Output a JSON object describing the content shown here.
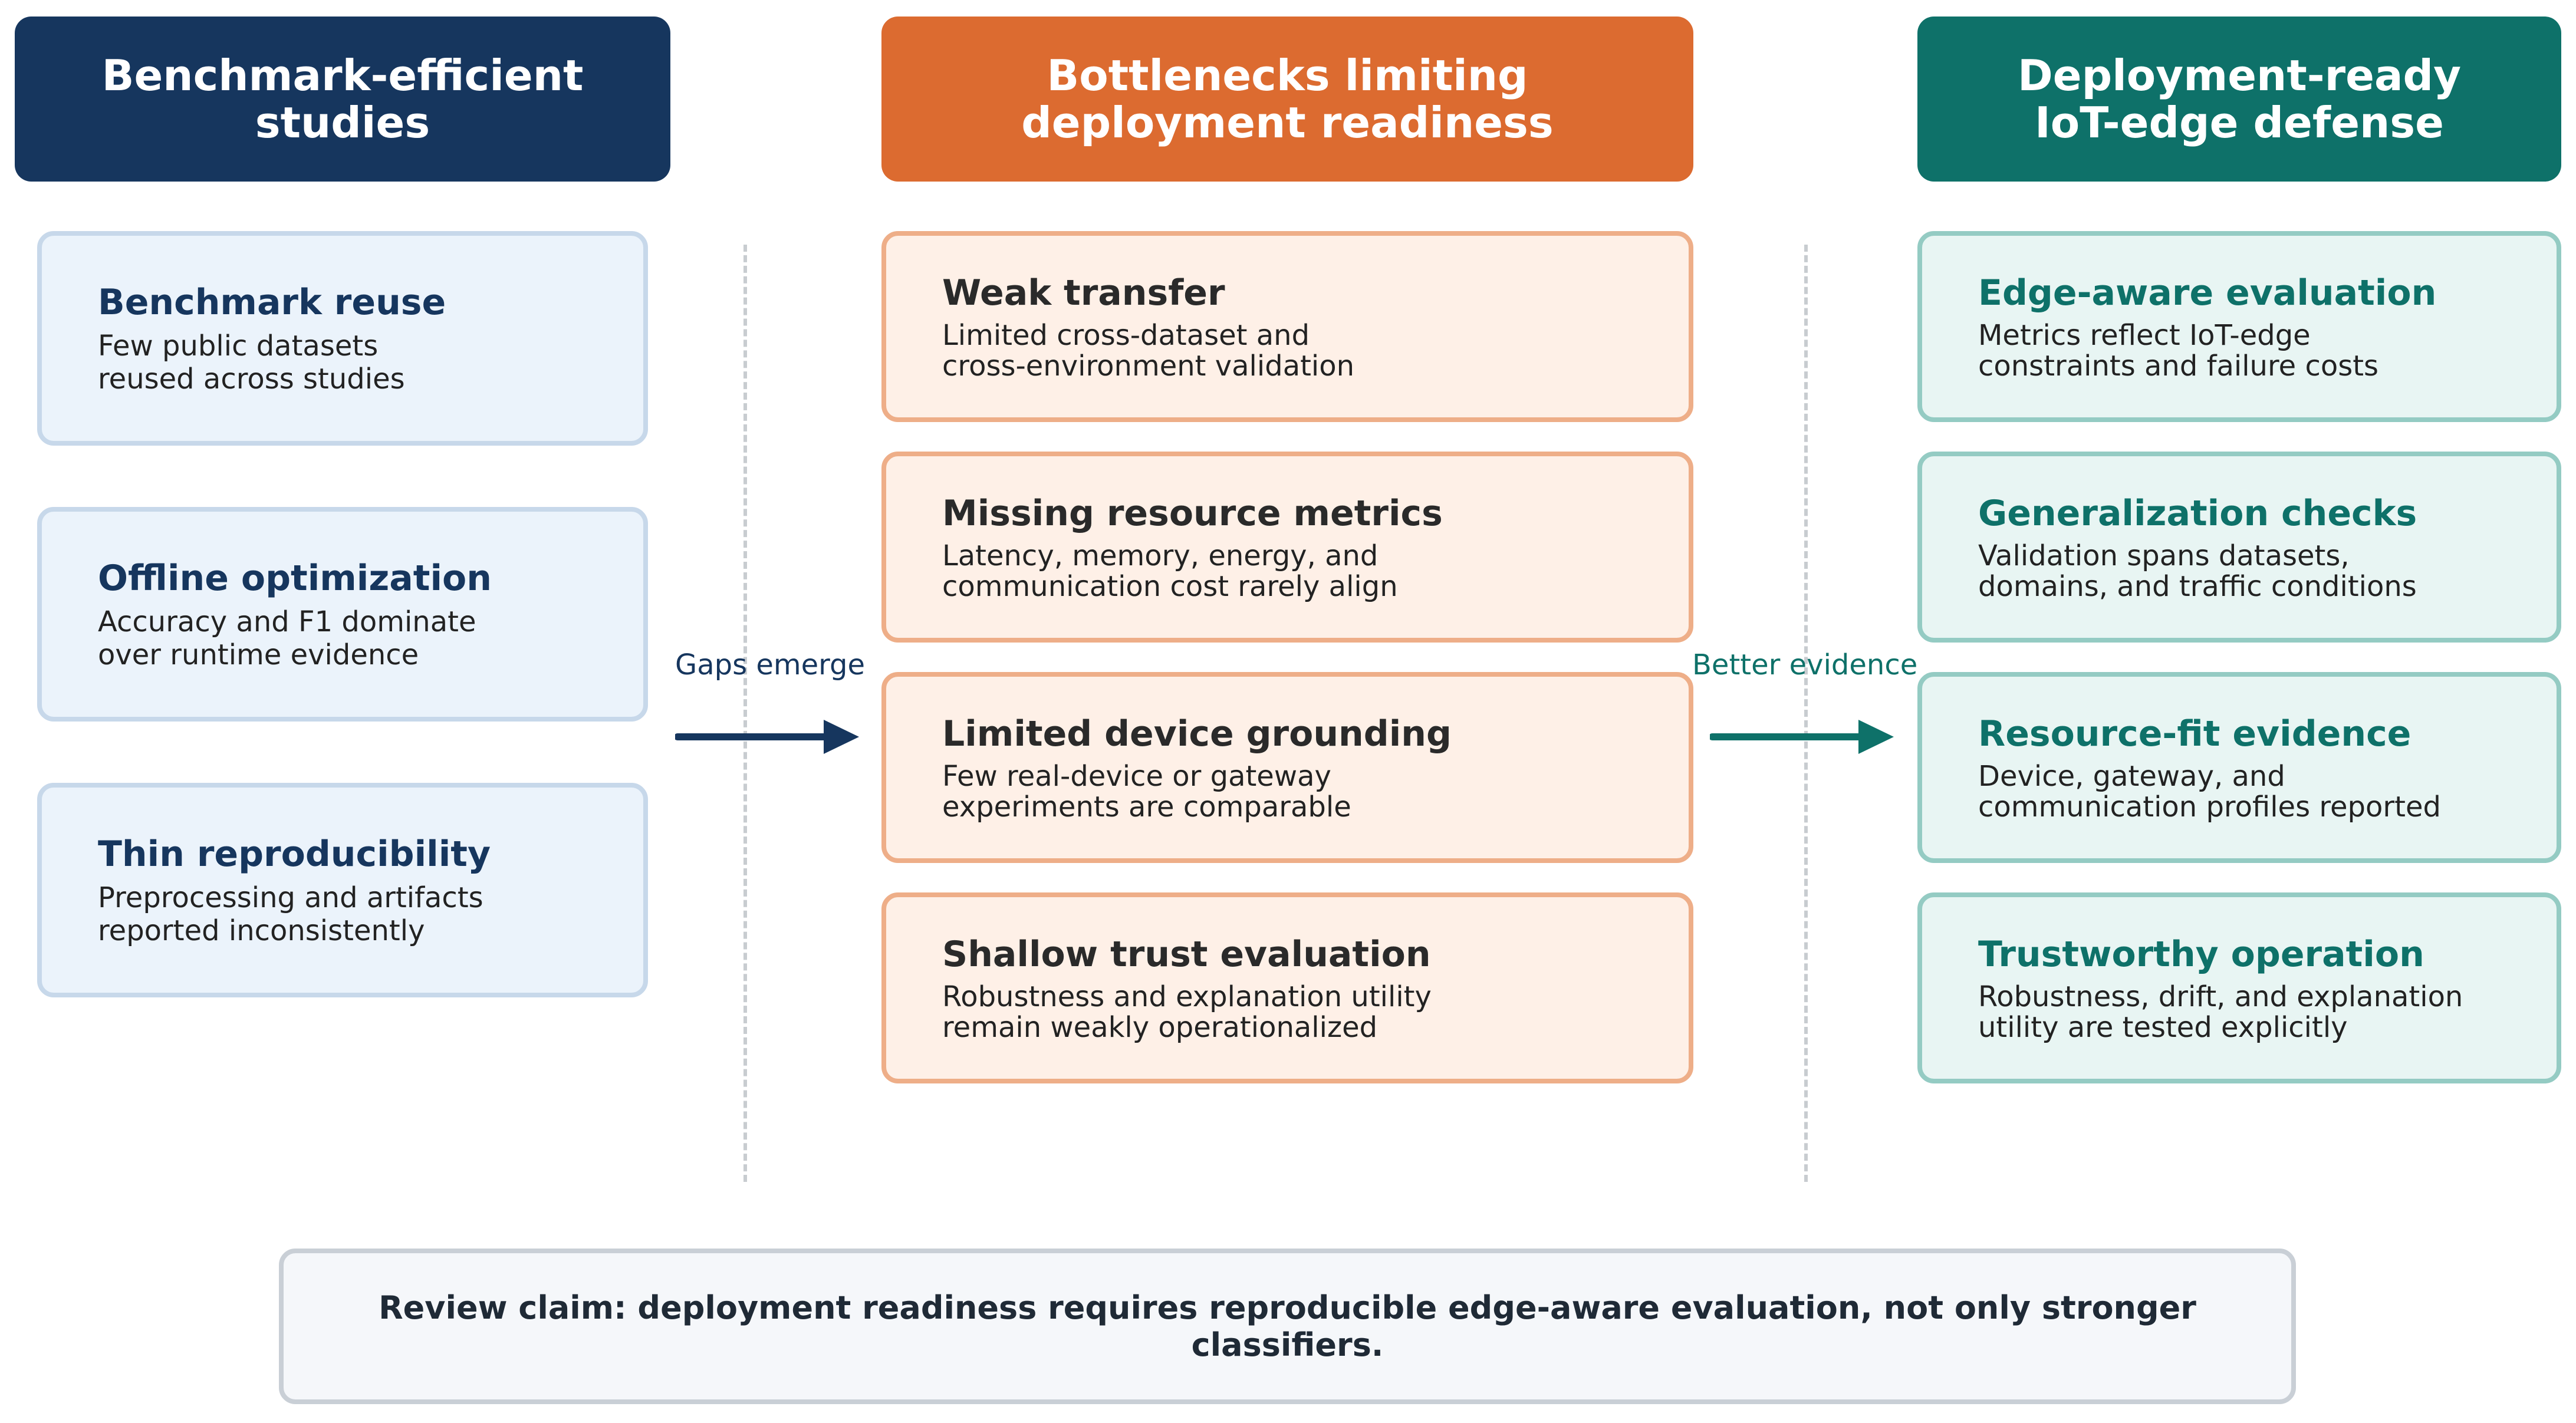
{
  "columns": [
    {
      "header": "Benchmark-efficient\nstudies",
      "color": "#16365e",
      "cards": [
        {
          "title": "Benchmark reuse",
          "desc": "Few public datasets\nreused across studies"
        },
        {
          "title": "Offline optimization",
          "desc": "Accuracy and F1 dominate\nover runtime evidence"
        },
        {
          "title": "Thin reproducibility",
          "desc": "Preprocessing and artifacts\nreported inconsistently"
        }
      ]
    },
    {
      "header": "Bottlenecks limiting\ndeployment readiness",
      "color": "#dc6b30",
      "cards": [
        {
          "title": "Weak transfer",
          "desc": "Limited cross-dataset and\ncross-environment validation"
        },
        {
          "title": "Missing resource metrics",
          "desc": "Latency, memory, energy, and\ncommunication cost rarely align"
        },
        {
          "title": "Limited device grounding",
          "desc": "Few real-device or gateway\nexperiments are comparable"
        },
        {
          "title": "Shallow trust evaluation",
          "desc": "Robustness and explanation utility\nremain weakly operationalized"
        }
      ]
    },
    {
      "header": "Deployment-ready\nIoT-edge defense",
      "color": "#0e7169",
      "cards": [
        {
          "title": "Edge-aware evaluation",
          "desc": "Metrics reflect IoT-edge\nconstraints and failure costs"
        },
        {
          "title": "Generalization checks",
          "desc": "Validation spans datasets,\ndomains, and traffic conditions"
        },
        {
          "title": "Resource-fit evidence",
          "desc": "Device, gateway, and\ncommunication profiles reported"
        },
        {
          "title": "Trustworthy operation",
          "desc": "Robustness, drift, and explanation\nutility are tested explicitly"
        }
      ]
    }
  ],
  "arrows": [
    {
      "label": "Gaps emerge",
      "color": "#16365e"
    },
    {
      "label": "Better evidence",
      "color": "#0e7169"
    }
  ],
  "claim": "Review claim: deployment readiness requires reproducible edge-aware evaluation, not only stronger classifiers."
}
